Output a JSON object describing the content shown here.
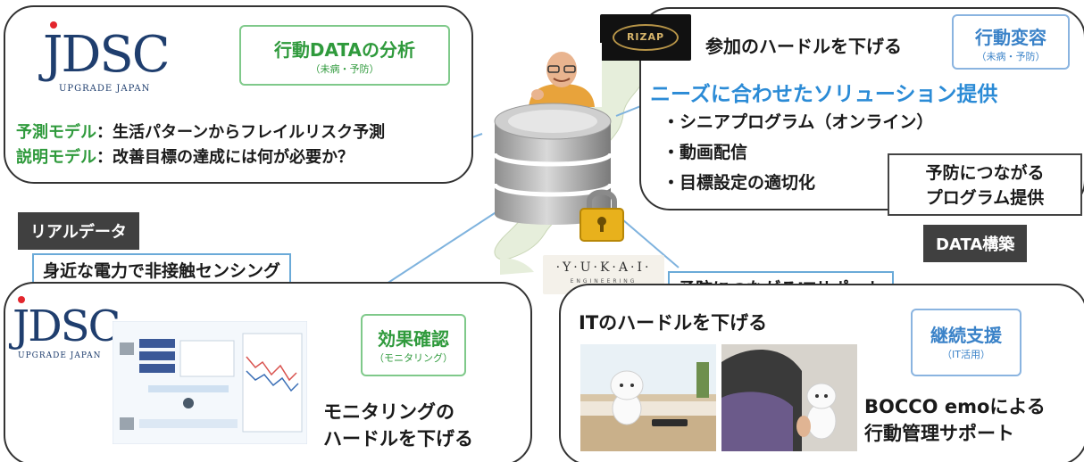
{
  "top_left": {
    "logo_main": "JDSC",
    "logo_sub": "UPGRADE JAPAN",
    "tag_title": "行動DATAの分析",
    "tag_sub": "（未病・予防）",
    "model1_key": "予測モデル",
    "model1_text": "：生活パターンからフレイルリスク予測",
    "model2_key": "説明モデル",
    "model2_text": "：改善目標の達成には何が必要か？"
  },
  "top_right": {
    "rizap_logo": "RIZAP",
    "hurdle": "参加のハードルを下げる",
    "tag_title": "行動変容",
    "tag_sub": "（未病・予防）",
    "headline": "ニーズに合わせたソリューション提供",
    "bullets": [
      "・シニアプログラム（オンライン）",
      "・動画配信",
      "・目標設定の適切化"
    ],
    "program_box": [
      "予防につながる",
      "プログラム提供"
    ]
  },
  "middle": {
    "real_data_label": "リアルデータ",
    "sensing_label": "身近な電力で非接触センシング",
    "data_build_label": "DATA構築",
    "yukai_main": "·Y·U·K·A·I·",
    "yukai_sub": "ENGINEERING",
    "it_support_label": "予防につながるITサポート"
  },
  "bottom_left": {
    "logo_main": "JDSC",
    "logo_sub": "UPGRADE JAPAN",
    "tag_title": "効果確認",
    "tag_sub": "（モニタリング）",
    "caption_line1": "モニタリングの",
    "caption_line2": "ハードルを下げる"
  },
  "bottom_right": {
    "hurdle": "ITのハードルを下げる",
    "tag_title": "継続支援",
    "tag_sub": "（IT活用）",
    "caption_line1": "BOCCO emoによる",
    "caption_line2": "行動管理サポート"
  },
  "colors": {
    "green": "#2f9a3c",
    "blue": "#2b8bd6",
    "navy": "#1f3e6e",
    "dark_label": "#404040"
  },
  "icons": [
    "database-icon",
    "padlock-icon",
    "japan-map-icon",
    "person-photo",
    "robot-photo"
  ]
}
